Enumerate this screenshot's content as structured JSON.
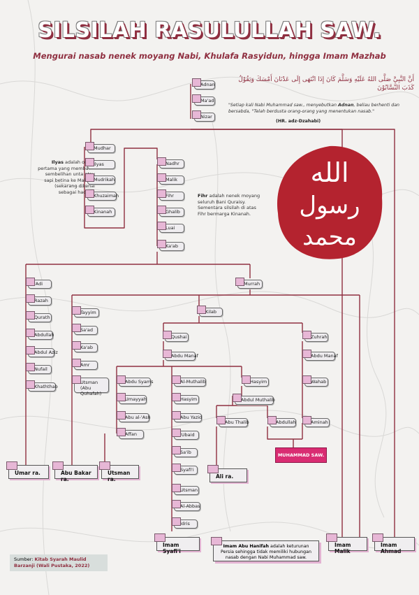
{
  "title": "SILSILAH RASULULLAH SAW.",
  "subtitle": "Mengurai nasab nenek moyang Nabi, Khulafa Rasyidun, hingga Imam Mazhab",
  "arabic_text": "أَنَّ النَّبِيَّ صَلَّى اللهُ عَلَيْهِ وَسَلَّمَ كَانَ إِذَا انْتَهَى إِلَى عَدْنَانَ أَمْسَكَ وَيَقُوْلُ كَذَبَ النَّسَّابُوْنَ",
  "quote": {
    "text_1": "\"Setiap kali Nabi Muhammad saw., menyebutkan",
    "name": "Adnan",
    "text_2": ", beliau berhenti dan bersabda, \"Telah berdusta orang-orang yang menentukan nasab.\"",
    "source": "(HR. adz-Dzahabi)"
  },
  "seal": {
    "lines": [
      "الله",
      "رسول",
      "محمد"
    ],
    "color": "#b4232f"
  },
  "colors": {
    "accent": "#8f2f40",
    "tag": "#e7b7d6",
    "prophet": "#d92c72",
    "line": "#8f2f40"
  },
  "notes": {
    "ilyas": {
      "name": "Ilyas",
      "text": " adalah orang pertama yang membawa sembelihan unta atau sapi betina ke Makkah (sekarang dikenal sebagai hadyu)."
    },
    "fihr": {
      "name": "Fihr",
      "text": " adalah nenek moyang seluruh Bani Quraisy. Sementara silsilah di atas Fihr bermarga Kinanah."
    }
  },
  "nodes": {
    "adnan": "Adnan",
    "maad": "Ma'ad",
    "nizar": "Nizar",
    "mudhar": "Mudhar",
    "ilyas": "Ilyas",
    "mudrikah": "Mudrikah",
    "khuzaimah": "Khuzaimah",
    "kinanah": "Kinanah",
    "nadhr": "Nadhr",
    "malik": "Malik",
    "fihr": "Fihr",
    "ghalib": "Ghalib",
    "luai": "Luai",
    "kaab": "Ka'ab",
    "adi": "'Adi",
    "razah": "Razah",
    "qurath": "Qurath",
    "abdullah_u": "Abdullah",
    "abdul_aziz": "Abdul Aziz",
    "nufail": "Nufail",
    "khaththab": "Khaththab",
    "murrah": "Murrah",
    "tayyim": "Tayyim",
    "saad": "Sa'ad",
    "kaab2": "Ka'ab",
    "amr": "Amr",
    "utsman_q": "Utsman (Abu Quhafah)",
    "kilab": "Kilab",
    "qushai": "Qushai",
    "zuhrah": "Zuhrah",
    "abdu_manaf": "Abdu Manaf",
    "abdu_manaf2": "Abdu Manaf",
    "wahab": "Wahab",
    "aminah": "Aminah",
    "abdu_syams": "Abdu Syams",
    "umayyah": "Umayyah",
    "abu_al_ash": "Abu al-'Ash",
    "affan": "Affan",
    "al_muthalib": "Al-Muthalib",
    "hasyim": "Hasyim",
    "abu_yazid": "Abu Yazid",
    "ubaid": "'Ubaid",
    "saib": "Sa'ib",
    "syafii": "Syafi'i",
    "utsman2": "Utsman",
    "al_abbas": "Al-Abbas",
    "idris": "Idris",
    "hasyim2": "Hasyim",
    "abdul_muthalib": "Abdul Muthalib",
    "abu_thalib": "Abu Thalib",
    "abdullah": "Abdullah"
  },
  "leaves": {
    "umar": "Umar ra.",
    "abu_bakar": "Abu Bakar ra.",
    "utsman": "Utsman ra.",
    "ali": "Ali ra.",
    "muhammad": "MUHAMMAD SAW.",
    "imam_syafii": "Imam Syafi'i",
    "imam_malik": "Imam Malik",
    "imam_ahmad": "Imam Ahmad"
  },
  "hanifah_note": {
    "name": "Imam Abu Hanifah",
    "text": " adalah keturunan Persia sehingga tidak memiliki hubungan nasab dengan Nabi Muhammad saw."
  },
  "source": {
    "label": "Sumber: ",
    "book": "Kitab Syarah Maulid Barzanji (Wali Pustaka, 2022)"
  }
}
